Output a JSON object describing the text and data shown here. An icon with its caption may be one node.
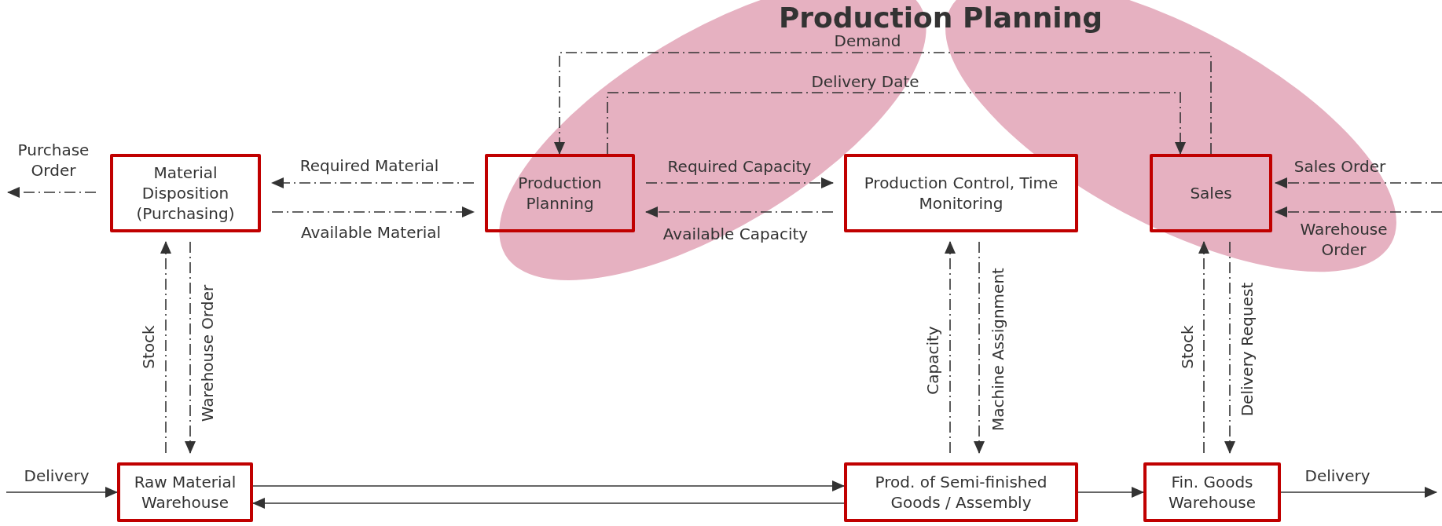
{
  "diagram": {
    "title": "Production Planning",
    "nodes": [
      {
        "text": [
          "Material Disposition (Purchasing)"
        ]
      },
      {
        "text": [
          "Production Planning"
        ]
      },
      {
        "text": [
          "Production Control, Time Monitoring"
        ]
      },
      {
        "text": [
          "Sales"
        ]
      },
      {
        "text": [
          "Raw Material Warehouse"
        ]
      },
      {
        "text": [
          "Prod. of Semi-finished Goods / Assembly"
        ]
      },
      {
        "text": [
          "Fin. Goods Warehouse"
        ]
      }
    ],
    "edges": [
      {
        "from": 0,
        "to": null,
        "arrow": "to",
        "label": "Purchase Order",
        "style": "dashed"
      },
      {
        "from": 1,
        "to": 0,
        "arrow": "to",
        "label": "Required Material",
        "style": "dashed"
      },
      {
        "from": 0,
        "to": 1,
        "arrow": "to",
        "label": "Available Material",
        "style": "dashed"
      },
      {
        "from": 1,
        "to": 2,
        "arrow": "to",
        "label": "Required Capacity",
        "style": "dashed"
      },
      {
        "from": 2,
        "to": 1,
        "arrow": "to",
        "label": "Available Capacity",
        "style": "dashed"
      },
      {
        "from": null,
        "to": 3,
        "arrow": "to",
        "label": "Sales Order",
        "style": "dashed"
      },
      {
        "from": null,
        "to": 3,
        "arrow": "to",
        "label": "Warehouse Order",
        "style": "dashed"
      },
      {
        "from": 3,
        "to": 1,
        "arrow": "to",
        "label": "Demand",
        "style": "dashed"
      },
      {
        "from": 1,
        "to": 3,
        "arrow": "to",
        "label": "Delivery Date",
        "style": "dashed"
      },
      {
        "from": 4,
        "to": 0,
        "arrow": "to",
        "label": "Stock",
        "style": "dashed"
      },
      {
        "from": 0,
        "to": 4,
        "arrow": "to",
        "label": "Warehouse Order",
        "style": "dashed"
      },
      {
        "from": 5,
        "to": 2,
        "arrow": "to",
        "label": "Capacity",
        "style": "dashed"
      },
      {
        "from": 2,
        "to": 5,
        "arrow": "to",
        "label": "Machine Assignment",
        "style": "dashed"
      },
      {
        "from": 6,
        "to": 3,
        "arrow": "to",
        "label": "Stock",
        "style": "dashed"
      },
      {
        "from": 3,
        "to": 6,
        "arrow": "to",
        "label": "Delivery Request",
        "style": "dashed"
      },
      {
        "from": null,
        "to": 4,
        "arrow": "to",
        "label": "Delivery"
      },
      {
        "from": 4,
        "to": 5,
        "arrow": "to"
      },
      {
        "from": 5,
        "to": 4,
        "arrow": "to"
      },
      {
        "from": 5,
        "to": 6,
        "arrow": "to"
      },
      {
        "from": 6,
        "to": null,
        "arrow": "to",
        "label": "Delivery"
      }
    ]
  }
}
